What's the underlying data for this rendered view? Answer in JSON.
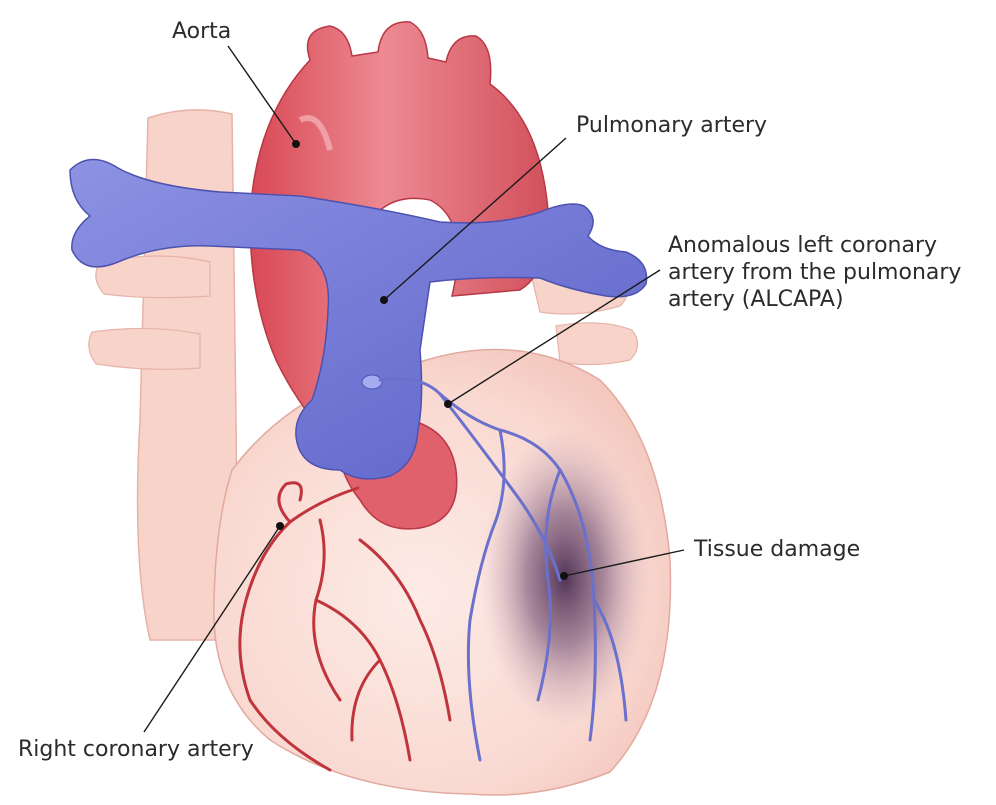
{
  "labels": {
    "aorta": "Aorta",
    "pulmonary_artery": "Pulmonary artery",
    "alcapa_line1": "Anomalous left coronary",
    "alcapa_line2": "artery from the pulmonary",
    "alcapa_line3": "artery (ALCAPA)",
    "tissue_damage": "Tissue damage",
    "right_coronary_artery": "Right coronary artery"
  },
  "colors": {
    "aorta": "#e0606c",
    "pulmonary": "#7a7fd6",
    "heart_tissue": "#f9dad2",
    "damage": "#5a3a5e",
    "right_coronary": "#c0343c"
  }
}
